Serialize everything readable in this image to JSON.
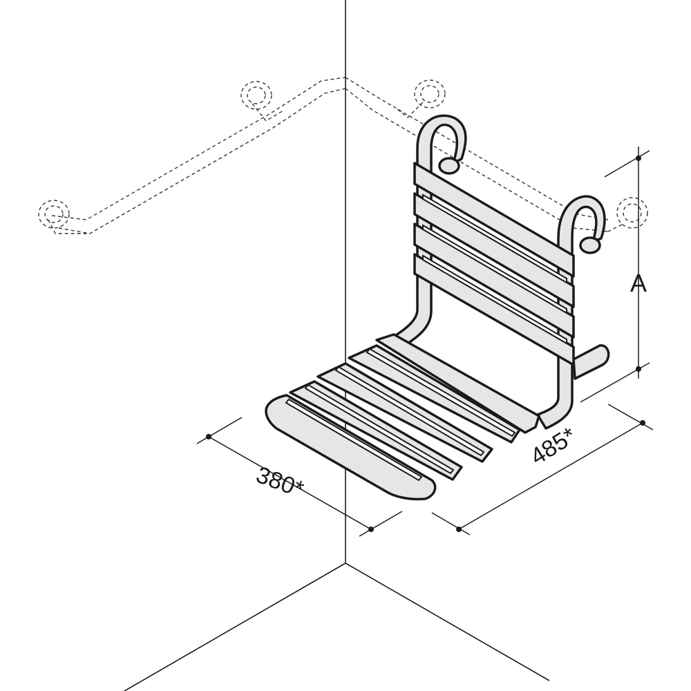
{
  "dimensions": {
    "depth": "380*",
    "width": "485*",
    "height": "A"
  },
  "colors": {
    "line": "#1a1a1a",
    "seat_fill": "#e6e6e6",
    "dashed_rail": "#333333",
    "background": "#ffffff"
  },
  "icons": {
    "grab_rail": "dashed-l-shaped-grab-rail",
    "seat": "folding-shower-seat",
    "dimension_tick": "dot-tick-icon"
  }
}
